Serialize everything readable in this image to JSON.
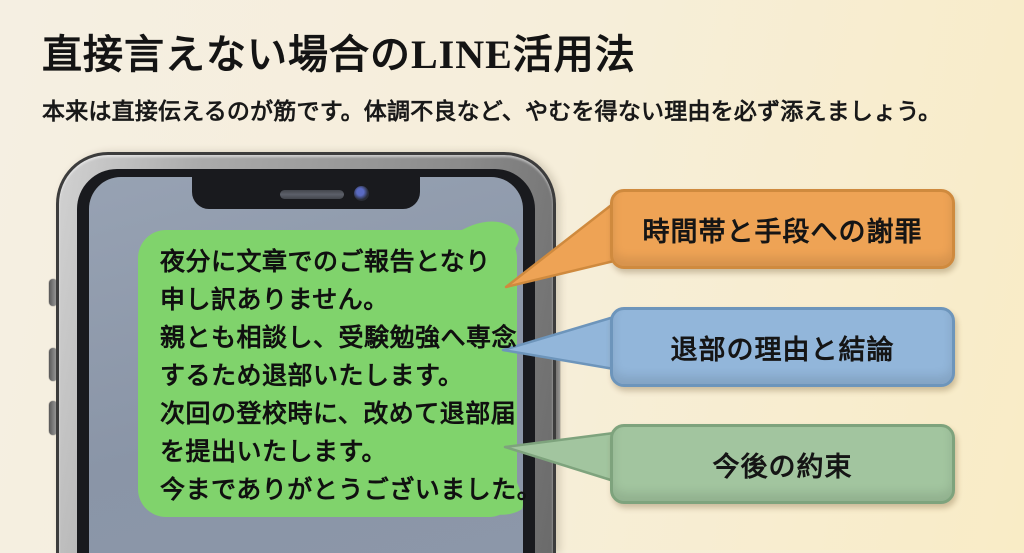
{
  "page": {
    "title": "直接言えない場合のLINE活用法",
    "subtitle": "本来は直接伝えるのが筋です。体調不良など、やむを得ない理由を必ず添えましょう。"
  },
  "phone": {
    "device": "smartphone-with-notch",
    "message": {
      "lines": [
        "夜分に文章でのご報告となり",
        "申し訳ありません。",
        "親とも相談し、受験勉強へ専念",
        "するため退部いたします。",
        "次回の登校時に、改めて退部届",
        "を提出いたします。",
        "今までありがとうございました。"
      ]
    }
  },
  "annotations": {
    "items": [
      {
        "label": "時間帯と手段への謝罪",
        "fill": "#eea355",
        "border": "#cf8a3e"
      },
      {
        "label": "退部の理由と結論",
        "fill": "#92b6da",
        "border": "#6d95bb"
      },
      {
        "label": "今後の約束",
        "fill": "#a2c59f",
        "border": "#7ea37d"
      }
    ]
  },
  "colors": {
    "background_left": "#f5efe2",
    "background_right": "#f9ecc6",
    "bubble_green": "#80d36c",
    "screen_slate": "#8d99ab",
    "bezel_black": "#191a1e",
    "title_text": "#141414"
  }
}
